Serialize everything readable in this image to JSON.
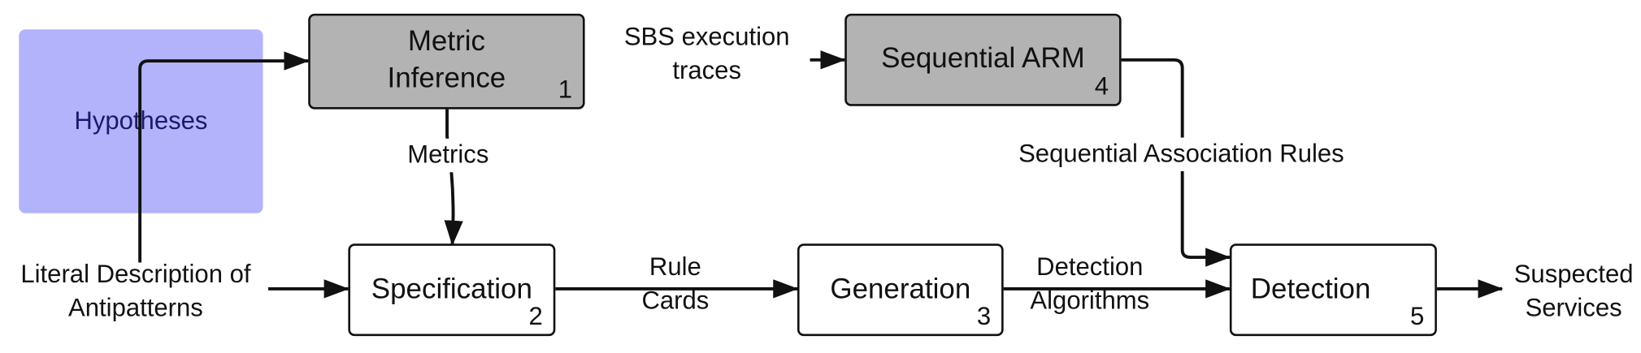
{
  "hypotheses": {
    "label": "Hypotheses",
    "color": "#b3b3fb"
  },
  "boxes": {
    "metric_inference": {
      "title_line1": "Metric",
      "title_line2": "Inference",
      "number": "1"
    },
    "specification": {
      "title": "Specification",
      "number": "2"
    },
    "generation": {
      "title": "Generation",
      "number": "3"
    },
    "sequential_arm": {
      "title": "Sequential ARM",
      "number": "4"
    },
    "detection": {
      "title": "Detection",
      "number": "5"
    }
  },
  "labels": {
    "sbs_line1": "SBS execution",
    "sbs_line2": "traces",
    "metrics": "Metrics",
    "sequential_rules": "Sequential Association Rules",
    "literal_line1": "Literal Description of",
    "literal_line2": "Antipatterns",
    "rule_line1": "Rule",
    "rule_line2": "Cards",
    "detection_alg_line1": "Detection",
    "detection_alg_line2": "Algorithms",
    "suspected_line1": "Suspected",
    "suspected_line2": "Services"
  },
  "colors": {
    "process_box_fill": "#b3b3b3",
    "stroke": "#111111"
  }
}
